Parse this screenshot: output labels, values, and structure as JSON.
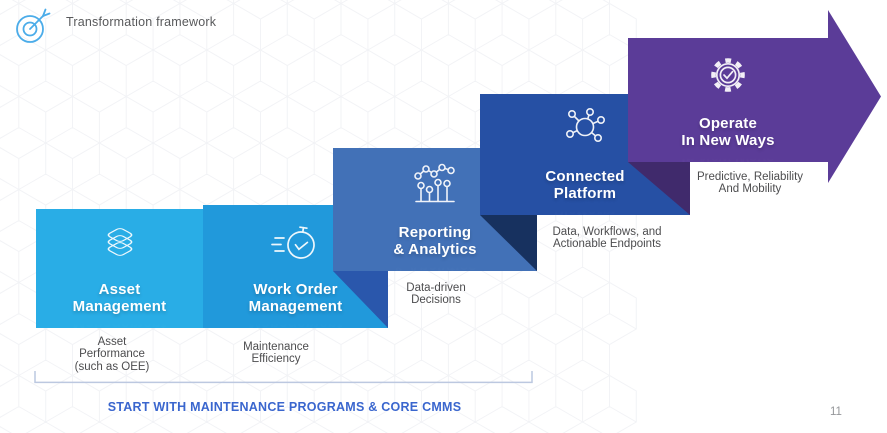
{
  "slide": {
    "header": {
      "icon": "target-dart-icon",
      "title": "Transformation framework"
    },
    "steps": [
      {
        "name": "asset-management",
        "icon": "layers-icon",
        "title": "Asset\nManagement",
        "caption": "Asset\nPerformance\n(such as OEE)",
        "color": "#29ADE6"
      },
      {
        "name": "work-order-management",
        "icon": "stopwatch-icon",
        "title": "Work Order\nManagement",
        "caption": "Maintenance\nEfficiency",
        "color": "#2199DB"
      },
      {
        "name": "reporting-analytics",
        "icon": "analytics-icon",
        "title": "Reporting\n& Analytics",
        "caption": "Data-driven\nDecisions",
        "color": "#4271B7",
        "fold_color": "#2A57AC"
      },
      {
        "name": "connected-platform",
        "icon": "network-icon",
        "title": "Connected\nPlatform",
        "caption": "Data, Workflows, and\nActionable Endpoints",
        "color": "#2650A4",
        "fold_color": "#17315F"
      },
      {
        "name": "operate-in-new-ways",
        "icon": "gear-check-icon",
        "title": "Operate\nIn New Ways",
        "caption": "Predictive, Reliability\nAnd Mobility",
        "color": "#5B3C98",
        "fold_color": "#402A6C",
        "shape": "arrow"
      }
    ],
    "footer": {
      "label": "START WITH MAINTENANCE PROGRAMS & CORE CMMS",
      "accent_color": "#3A66CE"
    },
    "page_number": "11"
  }
}
